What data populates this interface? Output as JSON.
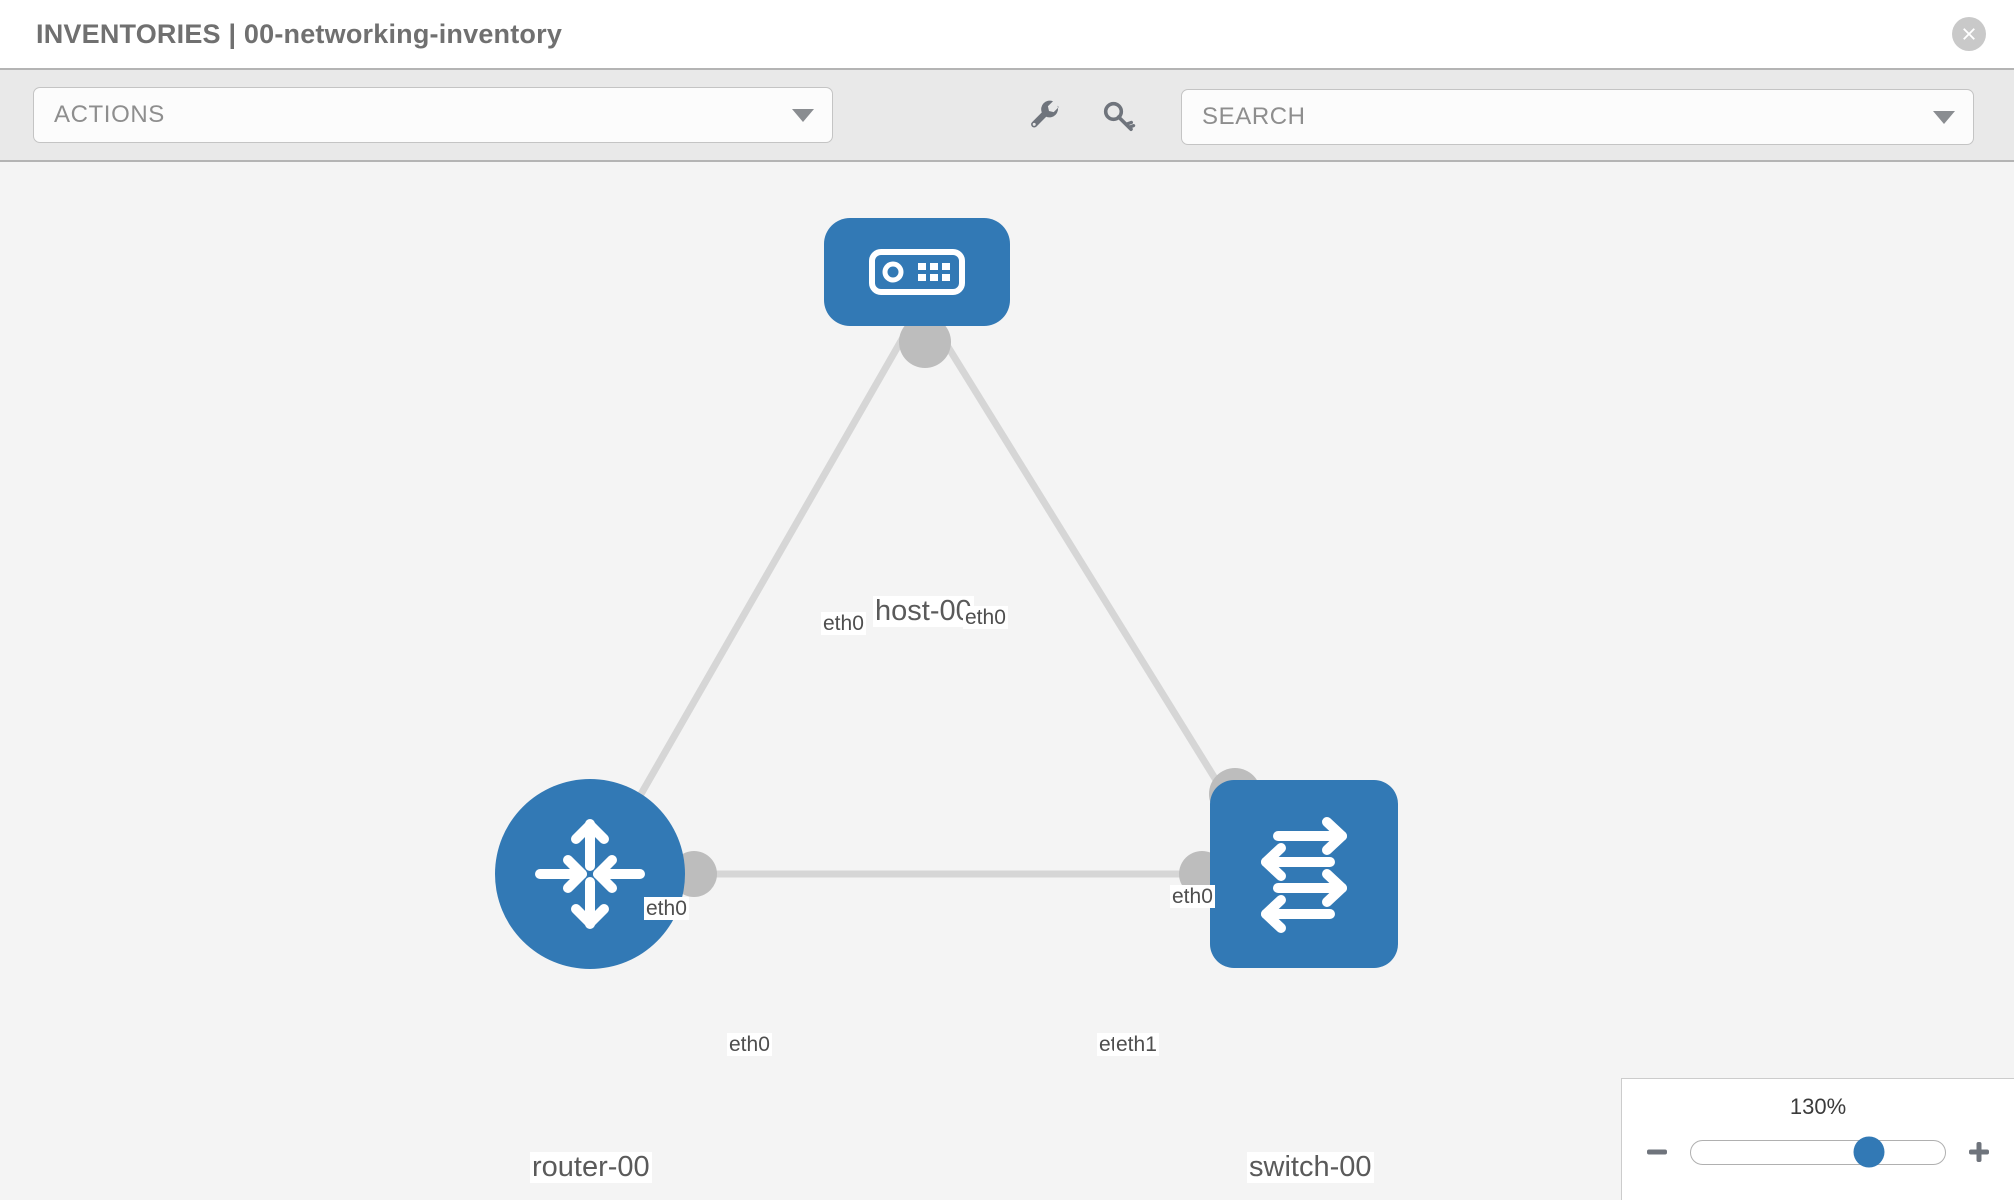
{
  "header": {
    "title": "INVENTORIES | 00-networking-inventory",
    "close_icon": "close-circle-icon"
  },
  "toolbar": {
    "actions_label": "ACTIONS",
    "actions_caret_icon": "chevron-down-icon",
    "wrench_icon": "wrench-icon",
    "key_icon": "key-icon",
    "search_placeholder": "SEARCH",
    "search_caret_icon": "chevron-down-icon"
  },
  "topology": {
    "accent_color": "#3279b5",
    "edge_color": "#d6d6d6",
    "connector_color": "#bdbdbd",
    "canvas_color": "#f4f4f4",
    "nodes": [
      {
        "id": "host-00",
        "label": "host-00",
        "type": "host",
        "icon": "server-device-icon"
      },
      {
        "id": "router-00",
        "label": "router-00",
        "type": "router",
        "icon": "router-arrows-icon"
      },
      {
        "id": "switch-00",
        "label": "switch-00",
        "type": "switch",
        "icon": "switch-arrows-icon"
      }
    ],
    "edges": [
      {
        "from": "host-00",
        "to": "router-00",
        "from_label": "eth0",
        "to_label": "eth0"
      },
      {
        "from": "host-00",
        "to": "switch-00",
        "from_label": "eth0",
        "to_label": "eth0"
      },
      {
        "from": "router-00",
        "to": "switch-00",
        "from_label": "eth0",
        "to_label": "eth1",
        "to_label_under": "eth"
      }
    ]
  },
  "zoom": {
    "value_label": "130%",
    "minus_label": "minus-icon",
    "plus_label": "plus-icon",
    "thumb_position_pct": 70
  }
}
